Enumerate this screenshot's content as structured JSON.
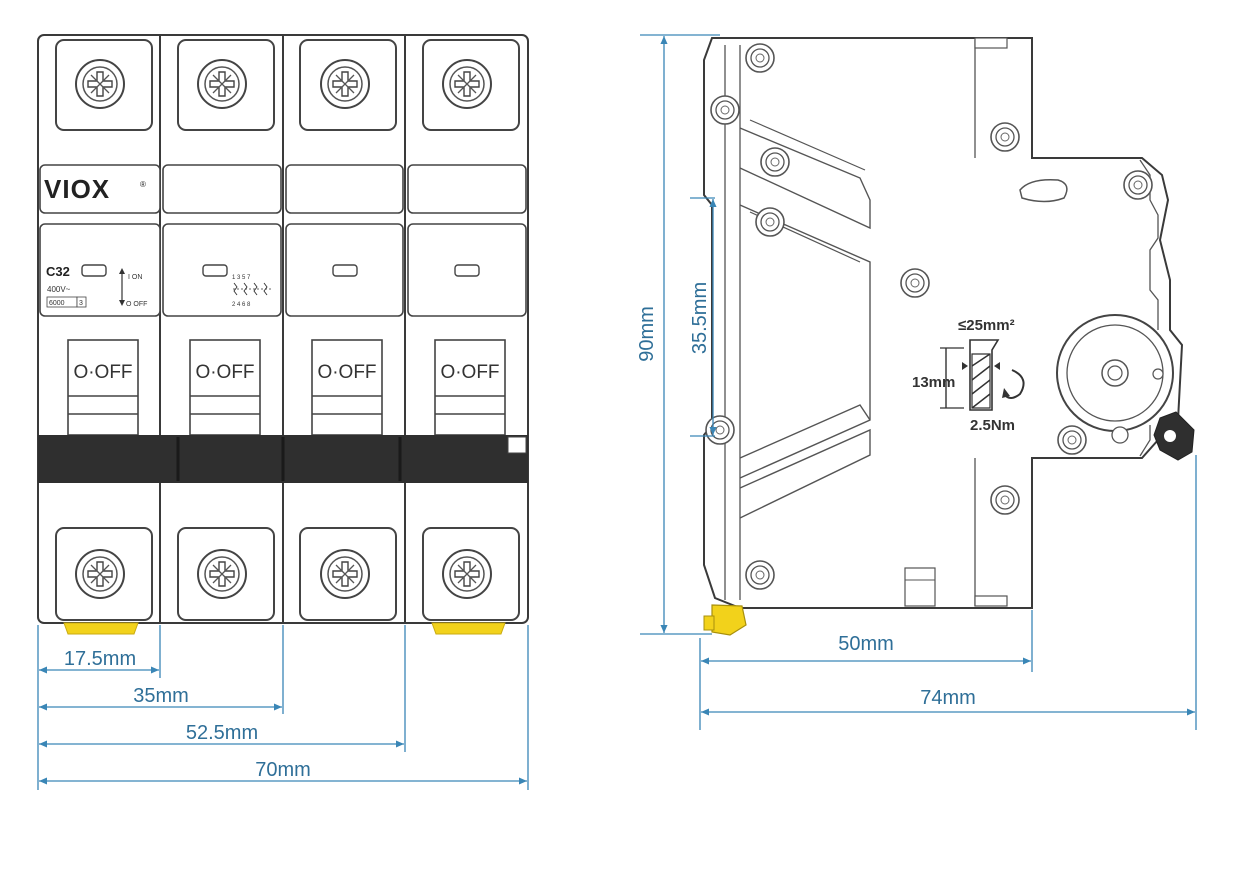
{
  "brand": {
    "name": "VIOX",
    "mark": "®"
  },
  "front_view": {
    "rating_label": "C32",
    "voltage_label": "400V~",
    "breaking_capacity": "6000",
    "class_code": "3",
    "on_label": "I ON",
    "off_label": "O OFF",
    "terminal_codes_top": "1 3 5 7",
    "terminal_codes_bottom": "2 4 6 8",
    "pole_window_labels": [
      "O·OFF",
      "O·OFF",
      "O·OFF",
      "O·OFF"
    ]
  },
  "front_dimensions": [
    "17.5mm",
    "35mm",
    "52.5mm",
    "70mm"
  ],
  "side_dimensions": {
    "height": "90mm",
    "rail_width": "35.5mm",
    "depth_to_rail": "50mm",
    "overall_depth": "74mm"
  },
  "terminal_spec": {
    "cross_section": "≤25mm²",
    "strip_length": "13mm",
    "torque": "2.5Nm"
  },
  "colors": {
    "dimension_line": "#3a86b6",
    "dimension_text": "#2f6f98",
    "outline": "#3a3a3a",
    "handle_bar": "#2f2f2f",
    "terminal_yellow": "#f2d21b"
  }
}
